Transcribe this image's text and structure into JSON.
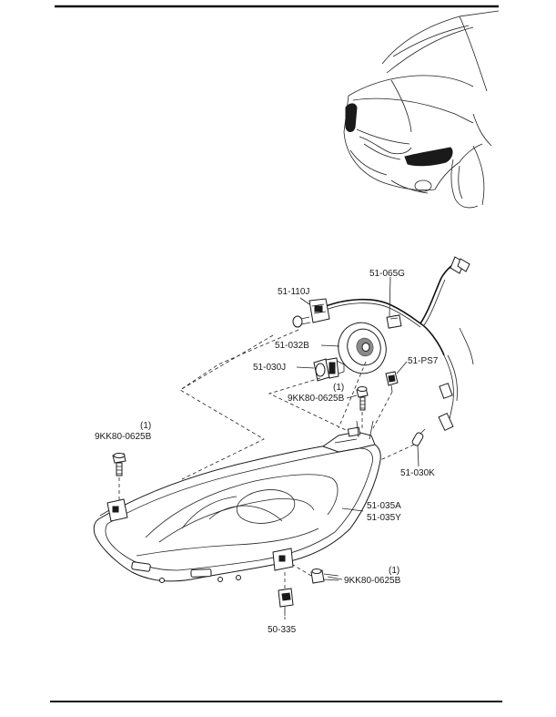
{
  "parts": {
    "bulb_socket": "51-110J",
    "harness": "51-065G",
    "cap": "51-032B",
    "headlamp_bulb": "51-030J",
    "position_socket": "51-PS7",
    "bolt_upper_qty": "(1)",
    "bolt_upper": "9KK80-0625B",
    "bolt_left_qty": "(1)",
    "bolt_left": "9KK80-0625B",
    "side_bulb": "51-030K",
    "headlamp_a": "51-035A",
    "headlamp_y": "51-035Y",
    "bolt_lower_qty": "(1)",
    "bolt_lower": "9KK80-0625B",
    "clip": "50-335"
  }
}
